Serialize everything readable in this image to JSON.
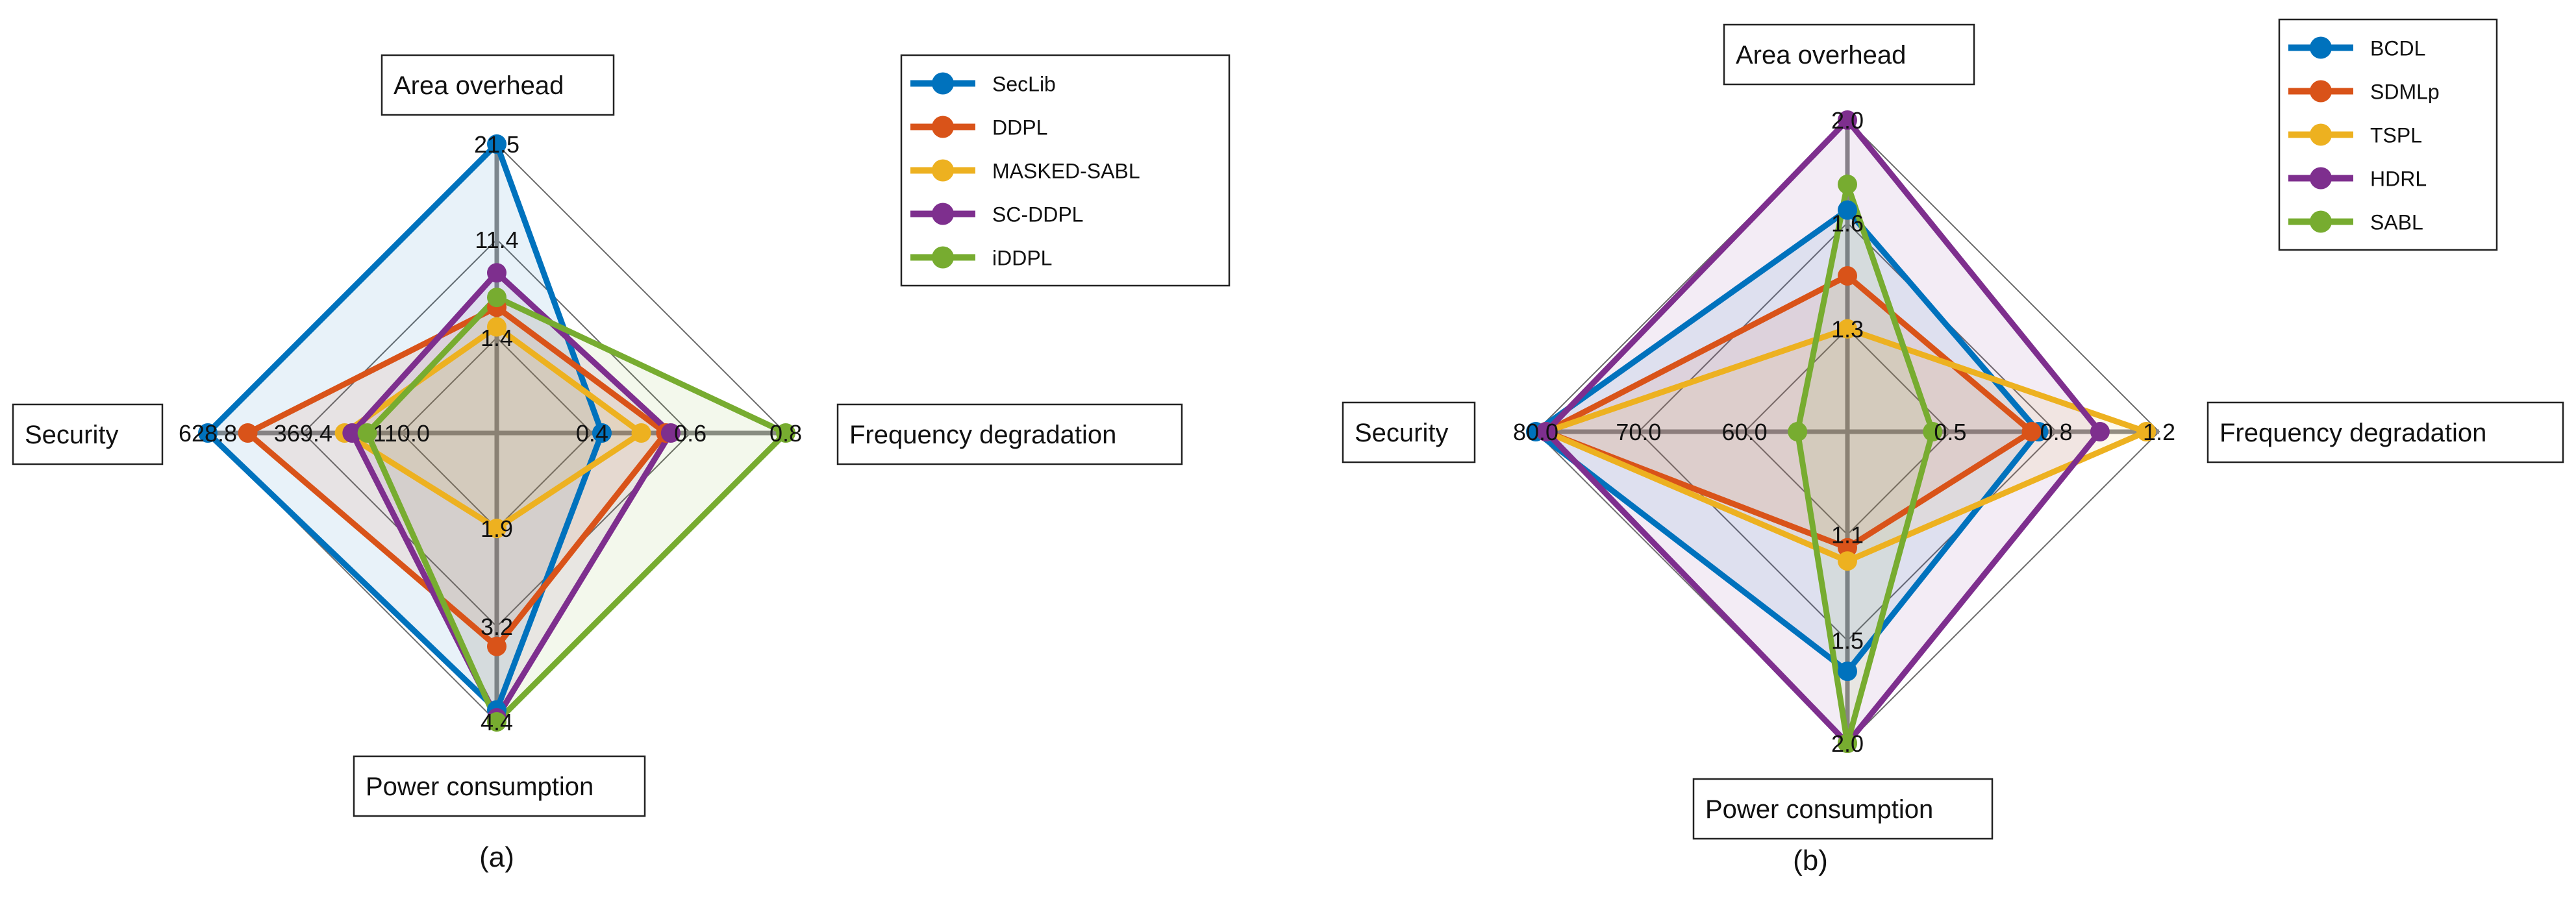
{
  "chart_data": [
    {
      "type": "radar",
      "subcaption": "(a)",
      "axes": [
        "Area overhead",
        "Frequency degradation",
        "Power consumption",
        "Security"
      ],
      "axis_ticks": {
        "Area overhead": [
          "1.4",
          "11.4",
          "21.5"
        ],
        "Frequency degradation": [
          "0.4",
          "0.6",
          "0.8"
        ],
        "Power consumption": [
          "1.9",
          "3.2",
          "4.4"
        ],
        "Security": [
          "110.0",
          "369.4",
          "628.8"
        ]
      },
      "series": [
        {
          "name": "SecLib",
          "color": "#0072BD",
          "values": {
            "Area overhead": 21.5,
            "Frequency degradation": 0.42,
            "Power consumption": 4.25,
            "Security": 628.8
          }
        },
        {
          "name": "DDPL",
          "color": "#D95319",
          "values": {
            "Area overhead": 4.5,
            "Frequency degradation": 0.55,
            "Power consumption": 3.45,
            "Security": 520
          }
        },
        {
          "name": "MASKED-SABL",
          "color": "#EDB120",
          "values": {
            "Area overhead": 2.5,
            "Frequency degradation": 0.5,
            "Power consumption": 1.9,
            "Security": 260
          }
        },
        {
          "name": "SC-DDPL",
          "color": "#7E2F8E",
          "values": {
            "Area overhead": 8.0,
            "Frequency degradation": 0.56,
            "Power consumption": 4.35,
            "Security": 240
          }
        },
        {
          "name": "iDDPL",
          "color": "#77AC30",
          "values": {
            "Area overhead": 5.5,
            "Frequency degradation": 0.8,
            "Power consumption": 4.4,
            "Security": 200
          }
        }
      ]
    },
    {
      "type": "radar",
      "subcaption": "(b)",
      "axes": [
        "Area overhead",
        "Frequency degradation",
        "Power consumption",
        "Security"
      ],
      "axis_ticks": {
        "Area overhead": [
          "1.3",
          "1.6",
          "2.0"
        ],
        "Frequency degradation": [
          "0.5",
          "0.8",
          "1.2"
        ],
        "Power consumption": [
          "1.1",
          "1.5",
          "2.0"
        ],
        "Security": [
          "60.0",
          "70.0",
          "80.0"
        ]
      },
      "series": [
        {
          "name": "BCDL",
          "color": "#0072BD",
          "values": {
            "Area overhead": 1.65,
            "Frequency degradation": 0.75,
            "Power consumption": 1.65,
            "Security": 80
          }
        },
        {
          "name": "SDMLp",
          "color": "#D95319",
          "values": {
            "Area overhead": 1.45,
            "Frequency degradation": 0.73,
            "Power consumption": 1.15,
            "Security": 79
          }
        },
        {
          "name": "TSPL",
          "color": "#EDB120",
          "values": {
            "Area overhead": 1.3,
            "Frequency degradation": 1.15,
            "Power consumption": 1.2,
            "Security": 79
          }
        },
        {
          "name": "HDRL",
          "color": "#7E2F8E",
          "values": {
            "Area overhead": 2.0,
            "Frequency degradation": 0.97,
            "Power consumption": 2.0,
            "Security": 79
          }
        },
        {
          "name": "SABL",
          "color": "#77AC30",
          "values": {
            "Area overhead": 1.75,
            "Frequency degradation": 0.45,
            "Power consumption": 2.0,
            "Security": 55
          }
        }
      ]
    }
  ]
}
